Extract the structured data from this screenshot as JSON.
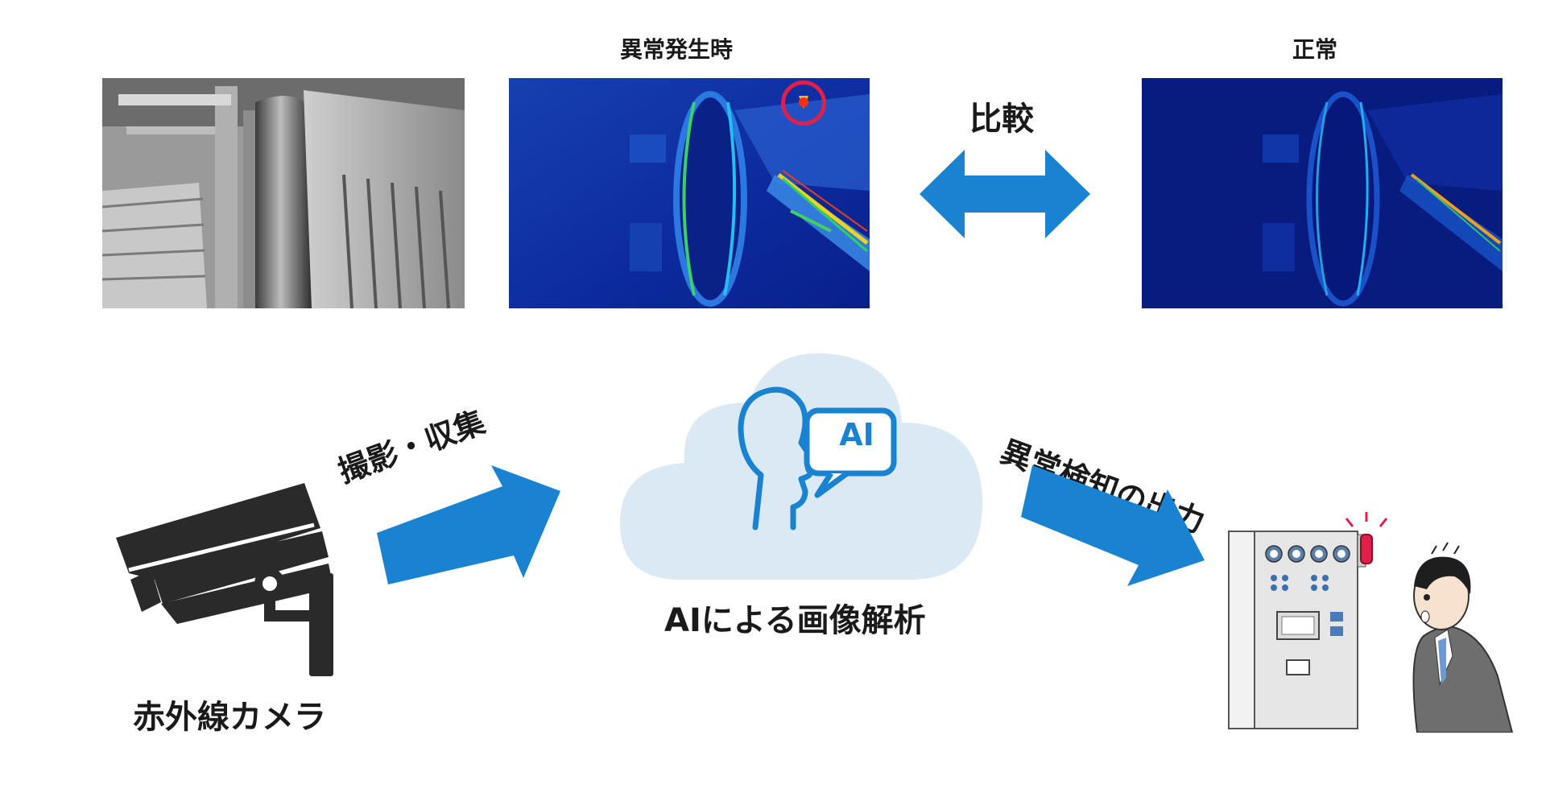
{
  "top": {
    "anomaly_label": "異常発生時",
    "normal_label": "正常",
    "compare_label": "比較"
  },
  "flow": {
    "capture_label": "撮影・収集",
    "ai_label": "AIによる画像解析",
    "ai_badge": "AI",
    "output_label": "異常検知の出力",
    "camera_label": "赤外線カメラ"
  },
  "colors": {
    "accent_blue": "#1a83d1",
    "cloud": "#dbe9f5",
    "thermal_bg": "#0a1a8a",
    "alert_red": "#e0204a"
  }
}
